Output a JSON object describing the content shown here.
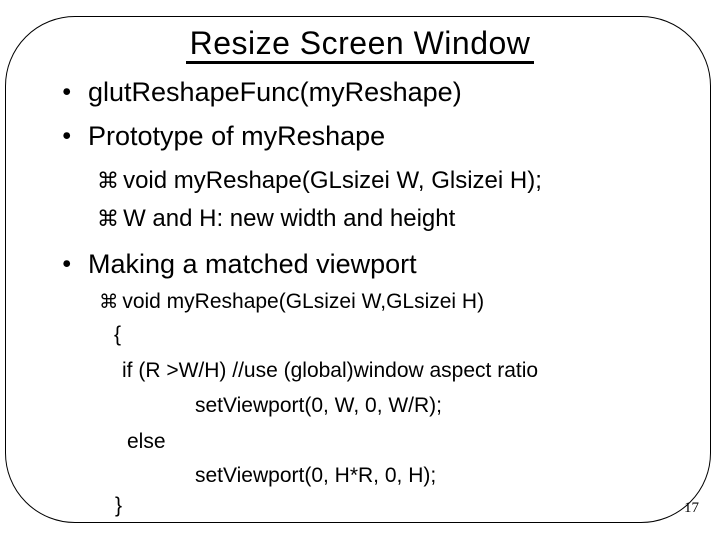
{
  "title": {
    "text": "Resize Screen Window"
  },
  "icons": {
    "bullet": "●",
    "sub_bullet": "⌘"
  },
  "lines": [
    {
      "text": "glutReshapeFunc(myReshape)"
    },
    {
      "text": "Prototype of myReshape"
    },
    {
      "text": "void myReshape(GLsizei W, Glsizei H);"
    },
    {
      "text": "W and H: new width and height"
    },
    {
      "text": "Making a matched viewport"
    },
    {
      "text": "void myReshape(GLsizei W,GLsizei H)"
    },
    {
      "text": "{"
    },
    {
      "text": "if (R >W/H) //use (global)window aspect ratio"
    },
    {
      "text": "setViewport(0, W, 0, W/R);"
    },
    {
      "text": "else"
    },
    {
      "text": "setViewport(0, H*R, 0, H);"
    },
    {
      "text": "}"
    }
  ],
  "page": {
    "number": "17"
  },
  "colors": {
    "background": "#ffffff",
    "border": "#000000",
    "text": "#000000"
  }
}
